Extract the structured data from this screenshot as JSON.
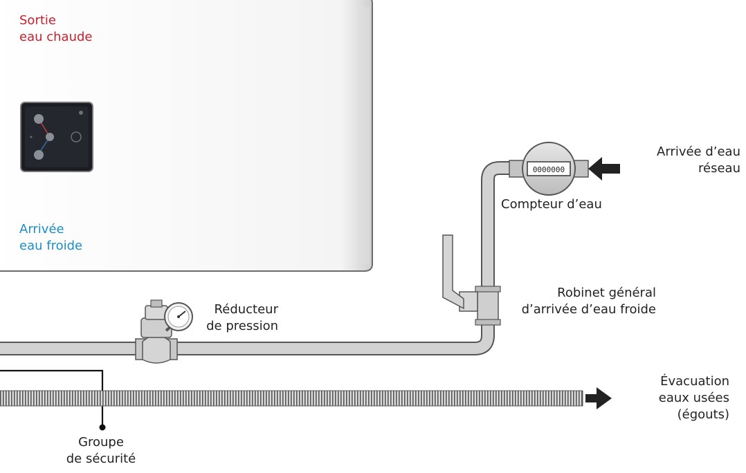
{
  "labels": {
    "hot_outlet": {
      "line1": "Sortie",
      "line2": "eau chaude"
    },
    "cold_inlet": {
      "line1": "Arrivée",
      "line2": "eau froide"
    },
    "mains_inlet": {
      "line1": "Arrivée d’eau",
      "line2": "réseau"
    },
    "water_meter": "Compteur d’eau",
    "main_valve": {
      "line1": "Robinet général",
      "line2": "d’arrivée d’eau froide"
    },
    "pressure_reducer": {
      "line1": "Réducteur",
      "line2": "de pression"
    },
    "waste_drain": {
      "line1": "Évacuation",
      "line2": "eaux usées",
      "line3": "(égouts)"
    },
    "safety_group": {
      "line1": "Groupe",
      "line2": "de sécurité"
    }
  },
  "meter_reading": "0000000",
  "colors": {
    "hot": "#c8202c",
    "cold": "#1b8ec9",
    "pipe_fill": "#d2d2d2",
    "pipe_stroke": "#555555",
    "arrow": "#222222"
  }
}
